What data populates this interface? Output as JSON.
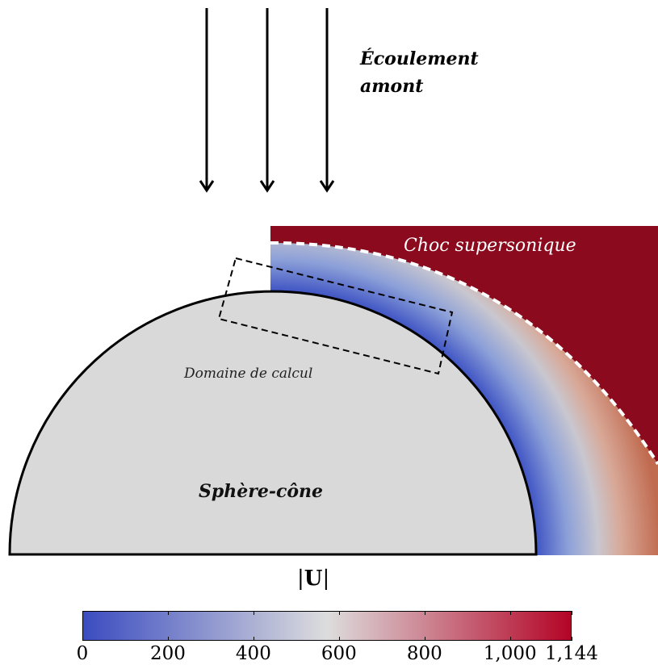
{
  "annotations": {
    "upstream_flow": [
      "Écoulement",
      "amont"
    ],
    "shock": "Choc supersonique",
    "domain": "Domaine de calcul",
    "body": "Sphère-cône"
  },
  "colorbar": {
    "title_bold": "U",
    "min": 0,
    "max": 1144,
    "ticks": [
      {
        "value": 0,
        "label": "0"
      },
      {
        "value": 200,
        "label": "200"
      },
      {
        "value": 400,
        "label": "400"
      },
      {
        "value": 600,
        "label": "600"
      },
      {
        "value": 800,
        "label": "800"
      },
      {
        "value": 1000,
        "label": "1,000"
      },
      {
        "value": 1144,
        "label": "1,144"
      }
    ],
    "colormap": [
      "#3b4cc0",
      "#dddddd",
      "#b40426"
    ]
  },
  "colors": {
    "shock_region": "#8b0a1e",
    "body": "#d9d9d9",
    "low_velocity": "#3b4cc0",
    "high_velocity": "#c0654a"
  }
}
